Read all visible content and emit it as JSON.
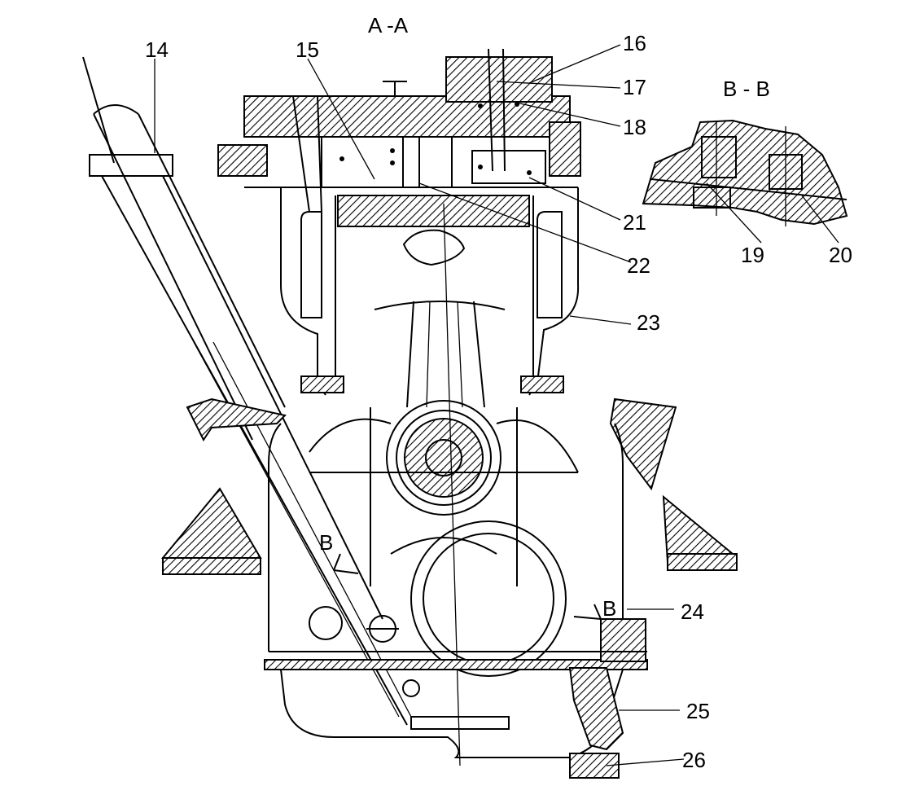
{
  "section_titles": {
    "main": "A -A",
    "detail": "B - B"
  },
  "callouts": [
    "14",
    "15",
    "16",
    "17",
    "18",
    "19",
    "20",
    "21",
    "22",
    "23",
    "24",
    "25",
    "26"
  ],
  "section_markers": {
    "left": "B",
    "right": "B"
  }
}
